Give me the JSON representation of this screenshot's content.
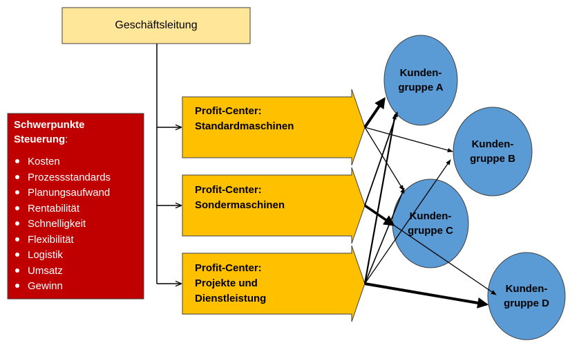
{
  "top_box": {
    "label": "Geschäftsleitung"
  },
  "profit_centers": [
    {
      "line1": "Profit-Center:",
      "line2": "Standardmaschinen",
      "line3": ""
    },
    {
      "line1": "Profit-Center:",
      "line2": "Sondermaschinen",
      "line3": ""
    },
    {
      "line1": "Profit-Center:",
      "line2": "Projekte und",
      "line3": "Dienstleistung"
    }
  ],
  "customer_groups": [
    {
      "line1": "Kunden-",
      "line2": "gruppe A"
    },
    {
      "line1": "Kunden-",
      "line2": "gruppe B"
    },
    {
      "line1": "Kunden-",
      "line2": "gruppe C"
    },
    {
      "line1": "Kunden-",
      "line2": "gruppe D"
    }
  ],
  "side_panel": {
    "title_line1": "Schwerpunkte",
    "title_line2": "Steuerung",
    "title_suffix": ":",
    "items": [
      "Kosten",
      "Prozessstandards",
      "Planungsaufwand",
      "Rentabilität",
      "Schnelligkeit",
      "Flexibilität",
      "Logistik",
      "Umsatz",
      "Gewinn"
    ]
  },
  "colors": {
    "top_box_fill": "#FFE699",
    "profit_center_fill": "#FFC000",
    "customer_fill": "#5B9BD5",
    "side_panel_fill": "#C00000",
    "border": "#404040"
  }
}
